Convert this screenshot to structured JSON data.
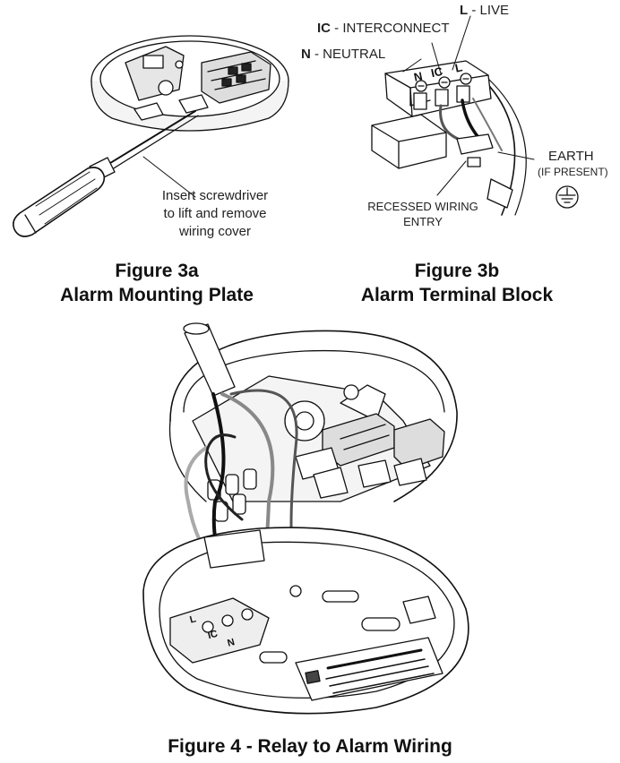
{
  "figure3a": {
    "caption_line1": "Figure 3a",
    "caption_line2": "Alarm Mounting Plate",
    "note_line1": "Insert screwdriver",
    "note_line2": "to lift and remove",
    "note_line3": "wiring cover"
  },
  "figure3b": {
    "caption_line1": "Figure 3b",
    "caption_line2": "Alarm Terminal Block",
    "live_code": "L",
    "live_text": " - LIVE",
    "ic_code": "IC",
    "ic_text": " - INTERCONNECT",
    "neutral_code": "N",
    "neutral_text": " - NEUTRAL",
    "terminal_letters": [
      "N",
      "IC",
      "L"
    ],
    "earth_label": "EARTH",
    "earth_sub": "(IF PRESENT)",
    "recessed_line1": "RECESSED WIRING",
    "recessed_line2": "ENTRY"
  },
  "figure4": {
    "caption": "Figure 4 - Relay to Alarm Wiring",
    "plate_terminals": [
      "L",
      "IC",
      "N"
    ]
  }
}
